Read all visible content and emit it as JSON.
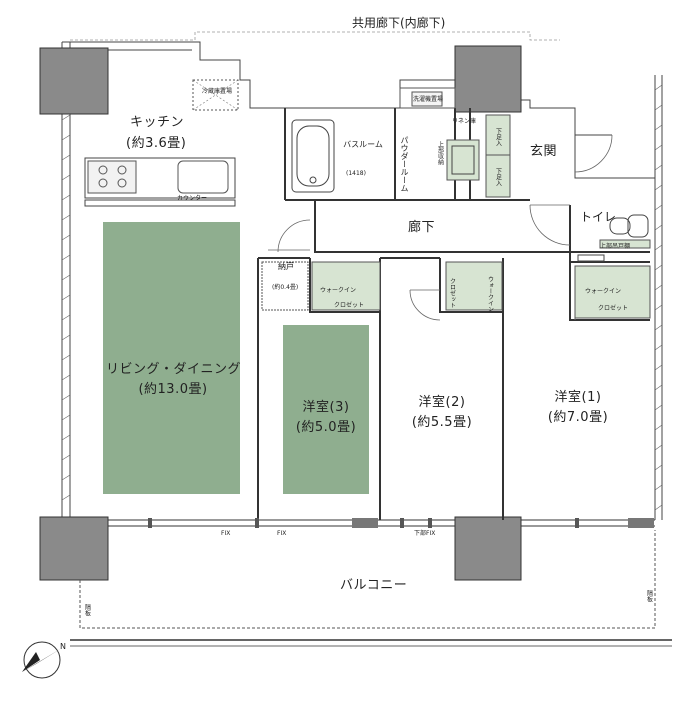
{
  "corridor": "共用廊下(内廊下)",
  "kitchen": {
    "name": "キッチン",
    "size": "(約3.6畳)",
    "counter": "カウンター"
  },
  "pipe_space": "冷蔵庫置場",
  "laundry": "洗濯機置場",
  "linen": "リネン庫",
  "bath": {
    "name": "バスルーム",
    "size": "(1418)"
  },
  "powder": "パウダールーム",
  "shoe_storage": [
    "下足入",
    "下足入"
  ],
  "upper_storage": "上部収納",
  "entrance": "玄関",
  "hallway": "廊下",
  "toilet": "トイレ",
  "toilet_shelf": "上部吊戸棚",
  "storage": {
    "name": "納戸",
    "size": "(約0.4畳)"
  },
  "wic_label": "ウォークイン",
  "wic_sub": "クロゼット",
  "closet": "クロゼット",
  "living": {
    "name": "リビング・ダイニング",
    "size": "(約13.0畳)"
  },
  "room3": {
    "name": "洋室(3)",
    "size": "(約5.0畳)"
  },
  "room2": {
    "name": "洋室(2)",
    "size": "(約5.5畳)"
  },
  "room1": {
    "name": "洋室(1)",
    "size": "(約7.0畳)"
  },
  "balcony": "バルコニー",
  "fix_labels": [
    "FIX",
    "FIX",
    "下部FIX"
  ],
  "partition": "隔板",
  "compass": "N",
  "colors": {
    "room_fill": "#8fae8f",
    "wall": "#333333",
    "column": "#888888",
    "storage_fill": "#d7e4d2"
  }
}
